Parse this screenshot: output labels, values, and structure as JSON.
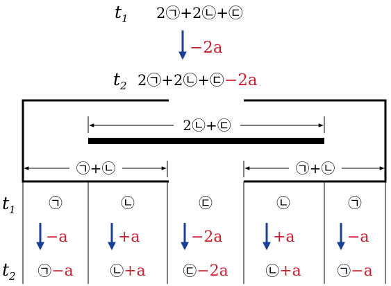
{
  "colors": {
    "ink": "#000000",
    "arrow": "#1a3f94",
    "delta": "#c8202f"
  },
  "top": {
    "t1": {
      "t": "t",
      "sub": "1",
      "expr": "2㉠+2㉡+㉢"
    },
    "change": "−2a",
    "t2": {
      "t": "t",
      "sub": "2",
      "expr": "2㉠+2㉡+㉢",
      "delta": "−2a"
    }
  },
  "spans": {
    "middle": "2㉡+㉢",
    "left": "㉠+㉡",
    "right": "㉠+㉡"
  },
  "row_labels": {
    "t1": {
      "t": "t",
      "sub": "1"
    },
    "t2": {
      "t": "t",
      "sub": "2"
    }
  },
  "columns": [
    {
      "t1": "㉠",
      "change": "−a",
      "t2": "㉠",
      "t2_delta": "−a"
    },
    {
      "t1": "㉡",
      "change": "+a",
      "t2": "㉡",
      "t2_delta": "+a"
    },
    {
      "t1": "㉢",
      "change": "−2a",
      "t2": "㉢",
      "t2_delta": "−2a"
    },
    {
      "t1": "㉡",
      "change": "+a",
      "t2": "㉡",
      "t2_delta": "+a"
    },
    {
      "t1": "㉠",
      "change": "−a",
      "t2": "㉠",
      "t2_delta": "−a"
    }
  ]
}
